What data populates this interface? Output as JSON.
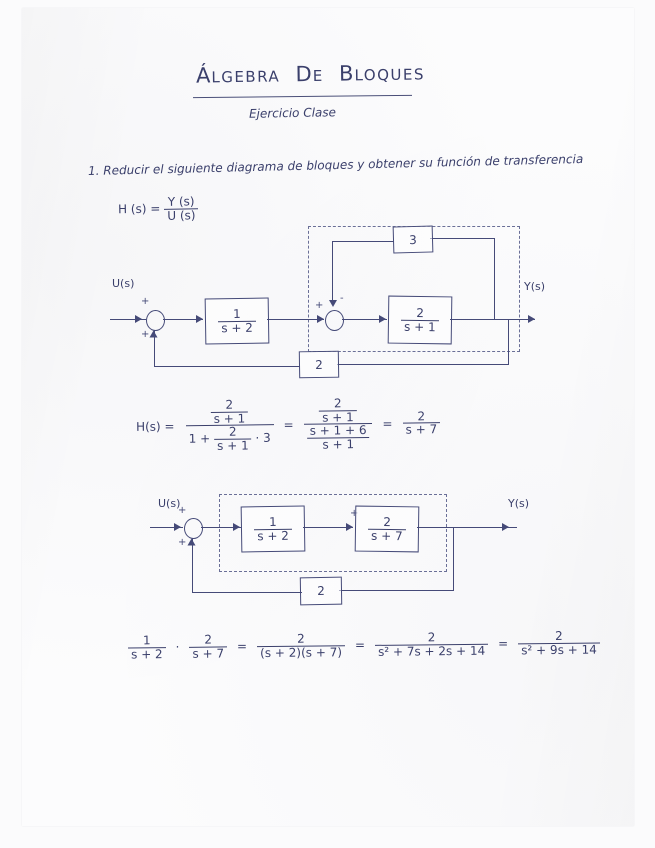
{
  "document": {
    "title_main": "Á",
    "title_rest": "LGEBRA",
    "title_de_d": "D",
    "title_de_e": "E",
    "title_bl_b": "B",
    "title_bl_rest": "LOQUES",
    "subtitle": "Ejercicio Clase",
    "problem_statement": "1. Reducir el siguiente diagrama de bloques y obtener su función de transferencia",
    "transfer_label": "H (s) =",
    "transfer_num": "Y (s)",
    "transfer_den": "U (s)"
  },
  "diagram1": {
    "name": "original-block-diagram",
    "input_label": "U(s)",
    "output_label": "Y(s)",
    "sum1_sign_top": "+",
    "sum1_sign_bottom": "+",
    "sum2_sign_left": "+",
    "sum2_sign_top": "-",
    "block_g1_num": "1",
    "block_g1_den": "s + 2",
    "block_g2_num": "2",
    "block_g2_den": "s + 1",
    "block_inner_feedback": "3",
    "block_outer_feedback": "2"
  },
  "equation1": {
    "label": "H(s) =",
    "step1_num_num": "2",
    "step1_num_den": "s + 1",
    "step1_den_text_a": "1 +",
    "step1_den_frac_num": "2",
    "step1_den_frac_den": "s + 1",
    "step1_den_text_b": "· 3",
    "eq_sign_1": "=",
    "step2_num_num": "2",
    "step2_num_den": "s + 1",
    "step2_den_num": "s + 1 + 6",
    "step2_den_den": "s + 1",
    "eq_sign_2": "=",
    "step3_num": "2",
    "step3_den": "s + 7"
  },
  "diagram2": {
    "name": "reduced-block-diagram",
    "input_label": "U(s)",
    "output_label": "Y(s)",
    "sum_sign_top": "+",
    "sum_sign_bottom": "+",
    "sum2_sign": "+",
    "block_g1_num": "1",
    "block_g1_den": "s + 2",
    "block_g2_num": "2",
    "block_g2_den": "s + 7",
    "block_feedback": "2"
  },
  "equation2": {
    "term1_num": "1",
    "term1_den": "s + 2",
    "dot": "·",
    "term2_num": "2",
    "term2_den": "s + 7",
    "eq_sign_1": "=",
    "step1_num": "2",
    "step1_den": "(s + 2)(s + 7)",
    "eq_sign_2": "=",
    "step2_num": "2",
    "step2_den": "s² + 7s + 2s + 14",
    "eq_sign_3": "=",
    "step3_num": "2",
    "step3_den": "s² + 9s + 14"
  },
  "colors": {
    "ink": "#3a3f6b",
    "paper": "#fcfcfd"
  }
}
